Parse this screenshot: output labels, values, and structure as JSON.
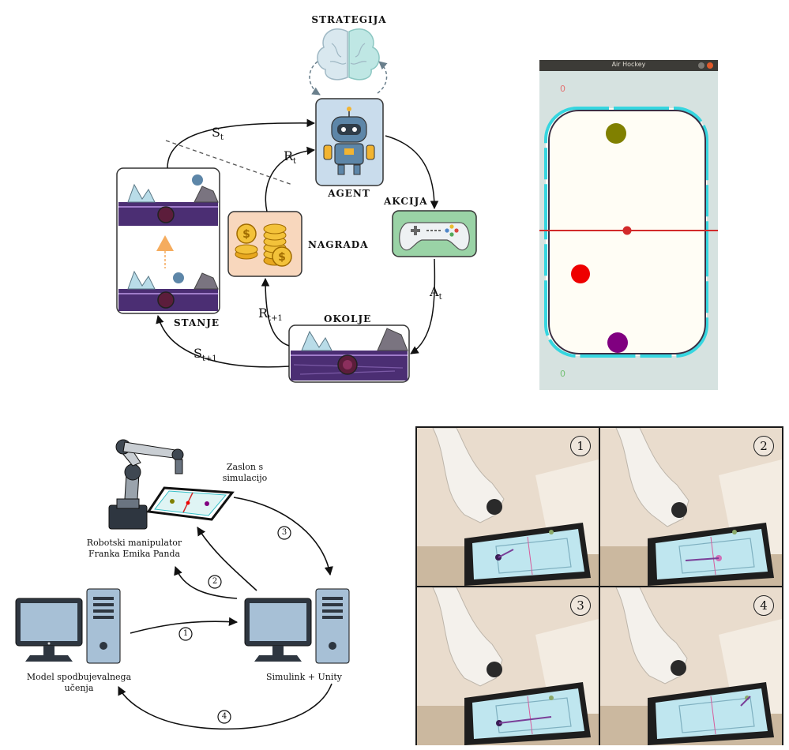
{
  "rl_loop": {
    "strategy_label": "STRATEGIJA",
    "agent_label": "AGENT",
    "action_label": "AKCIJA",
    "reward_label": "NAGRADA",
    "environment_label": "OKOLJE",
    "state_label": "STANJE",
    "state_t": "S",
    "state_t_sub": "t",
    "reward_t": "R",
    "reward_t_sub": "t",
    "action_t": "A",
    "action_t_sub": "t",
    "reward_t1": "R",
    "reward_t1_sub": "t+1",
    "state_t1": "S",
    "state_t1_sub": "t+1"
  },
  "air_hockey_window": {
    "title": "Air Hockey",
    "score_top": "0",
    "score_bottom": "0",
    "colors": {
      "titlebar": "#3c3b37",
      "background": "#d6e2e0",
      "table": "#fffdf5",
      "border_glow": "#36d6e0",
      "center_line": "#d22a2a",
      "opponent_paddle": "#808000",
      "puck": "#ee0000",
      "player_paddle": "#800080"
    }
  },
  "setup_diagram": {
    "screen_label_line1": "Zaslon s",
    "screen_label_line2": "simulacijo",
    "robot_label_line1": "Robotski manipulator",
    "robot_label_line2": "Franka Emika Panda",
    "rl_model_label_line1": "Model spodbujevalnega",
    "rl_model_label_line2": "učenja",
    "sim_label": "Simulink + Unity",
    "step1": "1",
    "step2": "2",
    "step3": "3",
    "step4": "4"
  },
  "photo_grid": {
    "panel1": "1",
    "panel2": "2",
    "panel3": "3",
    "panel4": "4"
  }
}
